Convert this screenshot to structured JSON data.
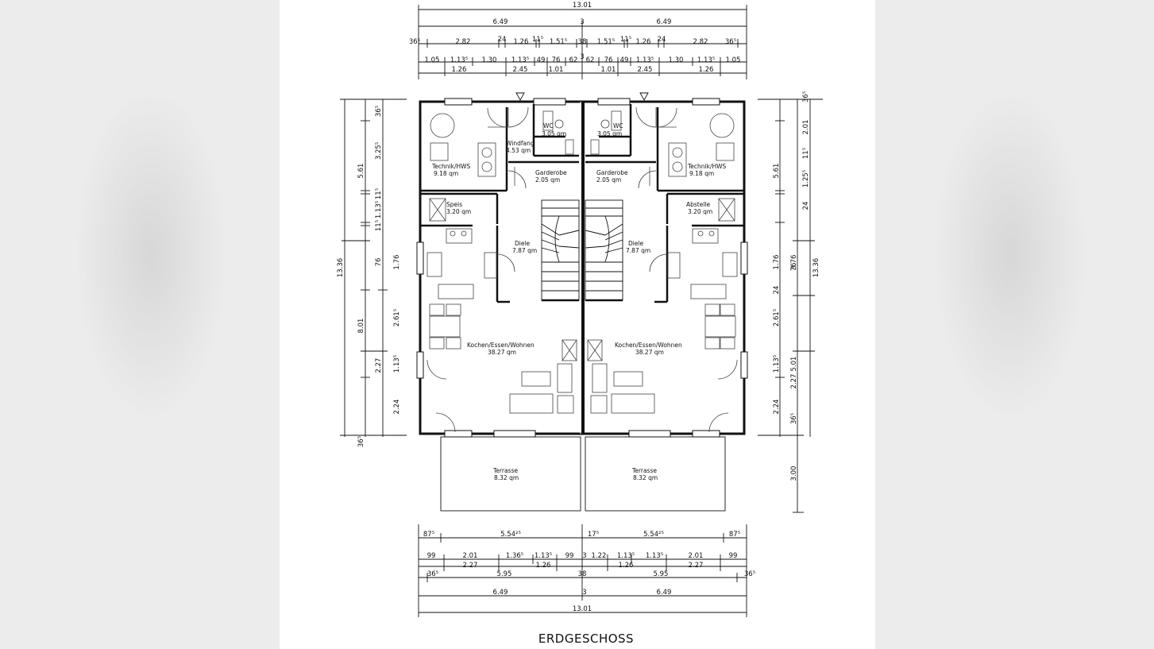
{
  "title": "ERDGESCHOSS",
  "top_dims": {
    "row1": [
      "13.01"
    ],
    "row2": [
      "6.49",
      "3",
      "6.49"
    ],
    "row3": [
      "36⁵",
      "2.82",
      "24",
      "1.26",
      "11⁵",
      "1.51⁵",
      "38",
      "1.51⁵",
      "11⁵",
      "1.26",
      "24",
      "2.82",
      "36⁵"
    ],
    "row4": [
      "1.05",
      "1.13⁵",
      "1.30",
      "1.13⁵",
      "49",
      "76",
      "62",
      "3",
      "62",
      "76",
      "49",
      "1.13⁵",
      "1.30",
      "1.13⁵",
      "1.05"
    ],
    "row5": [
      "1.26",
      "2.45",
      "1.01",
      "1.01",
      "2.45",
      "1.26"
    ]
  },
  "left_dims": {
    "total": "13.36",
    "outer": [
      "5.61",
      "8.01"
    ],
    "mid": [
      "36⁵",
      "3.25⁵",
      "11⁵",
      "1.13⁵",
      "11⁵",
      "1.76",
      "2.61⁵",
      "1.13⁵",
      "2.24",
      "36⁵"
    ],
    "inner": [
      "76",
      "2.27"
    ]
  },
  "right_dims": {
    "total": "13.36",
    "outer": [
      "5.61",
      "3.76",
      "5.01",
      "3.00"
    ],
    "mid": [
      "36⁵",
      "2.01",
      "11⁵",
      "1.25⁵",
      "24",
      "1.76",
      "24",
      "2.61⁵",
      "1.13⁵",
      "2.24",
      "36⁵"
    ],
    "inner": [
      "76",
      "2.27"
    ]
  },
  "bottom_dims": {
    "row1": [
      "87⁵",
      "5.54²⁵",
      "17⁵",
      "5.54²⁵",
      "87⁵"
    ],
    "row2": [
      "99",
      "2.01",
      "1.36⁵",
      "1.13⁵",
      "99",
      "3",
      "1.22",
      "1.13⁵",
      "1.13⁵",
      "2.01",
      "99"
    ],
    "row3": [
      "2.27",
      "1.26",
      "1.26",
      "2.27"
    ],
    "row4": [
      "36⁵",
      "5.95",
      "38",
      "5.95",
      "36⁵"
    ],
    "row5": [
      "6.49",
      "3",
      "6.49"
    ],
    "row6": [
      "13.01"
    ]
  },
  "rooms": {
    "left": {
      "wc": {
        "name": "WC",
        "area": "3.05 qm"
      },
      "windfang": {
        "name": "Windfang",
        "area": "4.53 qm"
      },
      "technik": {
        "name": "Technik/HWS",
        "area": "9.18 qm"
      },
      "garderobe": {
        "name": "Garderobe",
        "area": "2.05 qm"
      },
      "speis": {
        "name": "Speis",
        "area": "3.20 qm"
      },
      "diele": {
        "name": "Diele",
        "area": "7.87 qm"
      },
      "kochen": {
        "name": "Kochen/Essen/Wohnen",
        "area": "38.27 qm"
      },
      "terrasse": {
        "name": "Terrasse",
        "area": "8.32 qm"
      }
    },
    "right": {
      "wc": {
        "name": "WC",
        "area": "3.05 qm"
      },
      "technik": {
        "name": "Technik/HWS",
        "area": "9.18 qm"
      },
      "garderobe": {
        "name": "Garderobe",
        "area": "2.05 qm"
      },
      "abstelle": {
        "name": "Abstelle",
        "area": "3.20 qm"
      },
      "diele": {
        "name": "Diele",
        "area": "7.87 qm"
      },
      "kochen": {
        "name": "Kochen/Essen/Wohnen",
        "area": "38.27 qm"
      },
      "terrasse": {
        "name": "Terrasse",
        "area": "8.32 qm"
      }
    }
  }
}
